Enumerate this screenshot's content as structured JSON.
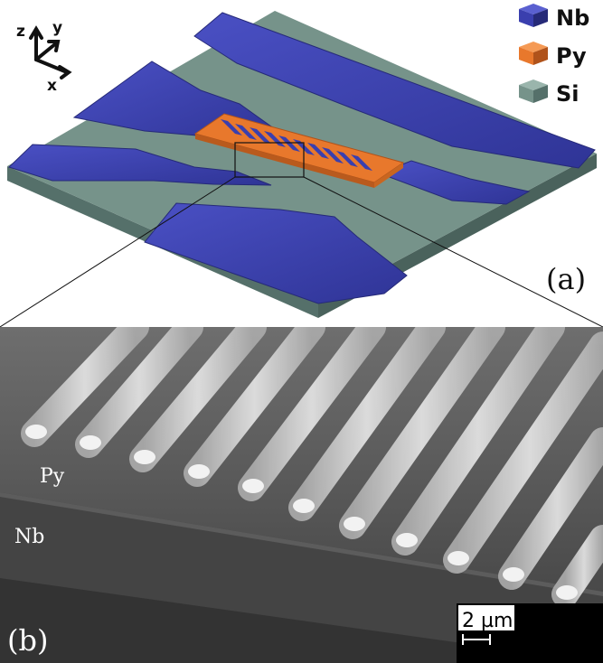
{
  "axes": {
    "z": "z",
    "y": "y",
    "x": "x"
  },
  "legend": [
    {
      "label": "Nb",
      "color": "#3a3fae"
    },
    {
      "label": "Py",
      "color": "#e8782c"
    },
    {
      "label": "Si",
      "color": "#76938a"
    }
  ],
  "panel_a": {
    "label": "(a)"
  },
  "panel_b": {
    "label": "(b)",
    "py_label": "Py",
    "nb_label": "Nb",
    "scale_bar": "2 µm"
  },
  "colors": {
    "nb": "#3a3fae",
    "py": "#e8782c",
    "si": "#76938a",
    "sem_background": "#4a4a4a",
    "sem_stripe": "#cfcfcf"
  }
}
